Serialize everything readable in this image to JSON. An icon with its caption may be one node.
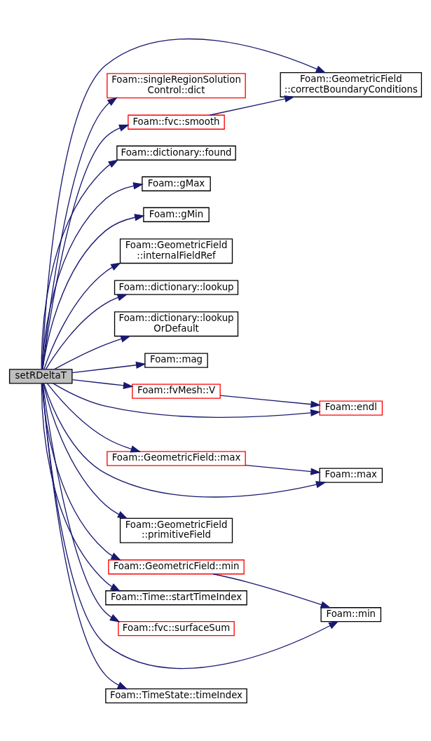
{
  "diagram": {
    "nodes": [
      {
        "text": [
          "setRDeltaT"
        ]
      },
      {
        "text": [
          "Foam::GeometricField ::correctBoundaryConditions"
        ]
      },
      {
        "text": [
          "Foam::singleRegionSolution Control::dict"
        ]
      },
      {
        "text": [
          "Foam::fvc::smooth"
        ]
      },
      {
        "text": [
          "Foam::dictionary::found"
        ]
      },
      {
        "text": [
          "Foam::gMax"
        ]
      },
      {
        "text": [
          "Foam::gMin"
        ]
      },
      {
        "text": [
          "Foam::GeometricField ::internalFieldRef"
        ]
      },
      {
        "text": [
          "Foam::dictionary::lookup"
        ]
      },
      {
        "text": [
          "Foam::dictionary::lookup OrDefault"
        ]
      },
      {
        "text": [
          "Foam::mag"
        ]
      },
      {
        "text": [
          "Foam::fvMesh::V"
        ]
      },
      {
        "text": [
          "Foam::endl"
        ]
      },
      {
        "text": [
          "Foam::GeometricField::max"
        ]
      },
      {
        "text": [
          "Foam::max"
        ]
      },
      {
        "text": [
          "Foam::GeometricField ::primitiveField"
        ]
      },
      {
        "text": [
          "Foam::GeometricField::min"
        ]
      },
      {
        "text": [
          "Foam::Time::startTimeIndex"
        ]
      },
      {
        "text": [
          "Foam::fvc::surfaceSum"
        ]
      },
      {
        "text": [
          "Foam::min"
        ]
      },
      {
        "text": [
          "Foam::TimeState::timeIndex"
        ]
      }
    ],
    "edges": [
      {
        "from": 0,
        "to": 1,
        "arrow": "to"
      },
      {
        "from": 0,
        "to": 2,
        "arrow": "to"
      },
      {
        "from": 0,
        "to": 3,
        "arrow": "to"
      },
      {
        "from": 3,
        "to": 1,
        "arrow": "to"
      },
      {
        "from": 0,
        "to": 4,
        "arrow": "to"
      },
      {
        "from": 0,
        "to": 5,
        "arrow": "to"
      },
      {
        "from": 0,
        "to": 6,
        "arrow": "to"
      },
      {
        "from": 0,
        "to": 7,
        "arrow": "to"
      },
      {
        "from": 0,
        "to": 8,
        "arrow": "to"
      },
      {
        "from": 0,
        "to": 9,
        "arrow": "to"
      },
      {
        "from": 0,
        "to": 10,
        "arrow": "to"
      },
      {
        "from": 0,
        "to": 11,
        "arrow": "to"
      },
      {
        "from": 11,
        "to": 12,
        "arrow": "to"
      },
      {
        "from": 0,
        "to": 12,
        "arrow": "to"
      },
      {
        "from": 0,
        "to": 13,
        "arrow": "to"
      },
      {
        "from": 13,
        "to": 14,
        "arrow": "to"
      },
      {
        "from": 0,
        "to": 14,
        "arrow": "to"
      },
      {
        "from": 0,
        "to": 15,
        "arrow": "to"
      },
      {
        "from": 0,
        "to": 16,
        "arrow": "to"
      },
      {
        "from": 16,
        "to": 19,
        "arrow": "to"
      },
      {
        "from": 0,
        "to": 17,
        "arrow": "to"
      },
      {
        "from": 0,
        "to": 18,
        "arrow": "to"
      },
      {
        "from": 0,
        "to": 19,
        "arrow": "to"
      },
      {
        "from": 0,
        "to": 20,
        "arrow": "to"
      }
    ]
  }
}
